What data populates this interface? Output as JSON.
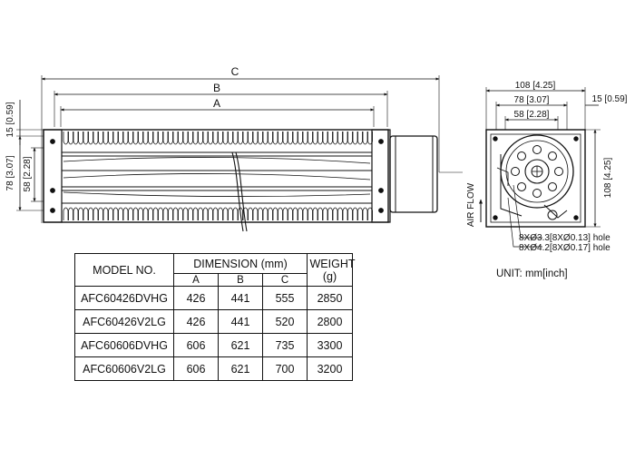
{
  "dimensions": {
    "c": "C",
    "b": "B",
    "a": "A",
    "left_15": "15 [0.59]",
    "left_78": "78 [3.07]",
    "left_58": "58 [2.28]",
    "top_108": "108 [4.25]",
    "top_78": "78 [3.07]",
    "top_58": "58 [2.28]",
    "right_15": "15 [0.59]",
    "right_108": "108 [4.25]"
  },
  "labels": {
    "air_flow": "AIR FLOW",
    "hole1": "8XØ3.3[8XØ0.13] hole",
    "hole2": "8XØ4.2[8XØ0.17] hole",
    "unit": "UNIT: mm[inch]"
  },
  "table": {
    "model_header": "MODEL NO.",
    "dimension_header": "DIMENSION (mm)",
    "weight_header": "WEIGHT (g)",
    "sub_a": "A",
    "sub_b": "B",
    "sub_c": "C",
    "rows": [
      {
        "model": "AFC60426DVHG",
        "a": "426",
        "b": "441",
        "c": "555",
        "weight": "2850"
      },
      {
        "model": "AFC60426V2LG",
        "a": "426",
        "b": "441",
        "c": "520",
        "weight": "2800"
      },
      {
        "model": "AFC60606DVHG",
        "a": "606",
        "b": "621",
        "c": "735",
        "weight": "3300"
      },
      {
        "model": "AFC60606V2LG",
        "a": "606",
        "b": "621",
        "c": "700",
        "weight": "3200"
      }
    ]
  }
}
